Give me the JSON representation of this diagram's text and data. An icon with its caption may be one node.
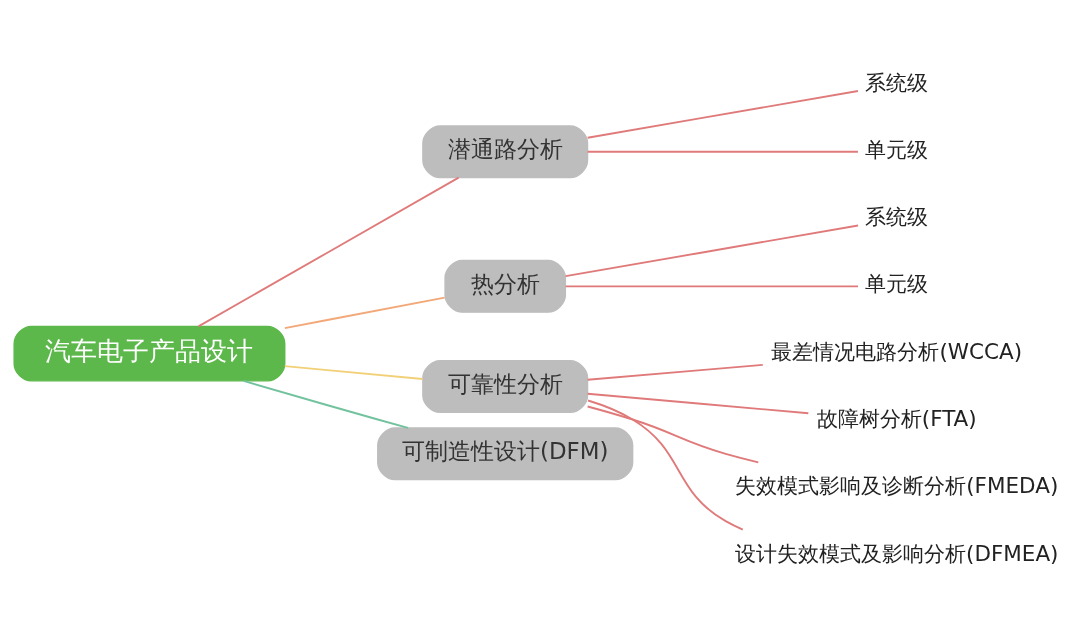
{
  "diagram": {
    "nodes": [
      {
        "text": [
          "汽车电子产品设计"
        ]
      },
      {
        "text": [
          "潜通路分析"
        ]
      },
      {
        "text": [
          "系统级"
        ]
      },
      {
        "text": [
          "单元级"
        ]
      },
      {
        "text": [
          "热分析"
        ]
      },
      {
        "text": [
          "系统级"
        ]
      },
      {
        "text": [
          "单元级"
        ]
      },
      {
        "text": [
          "可靠性分析"
        ]
      },
      {
        "text": [
          "最差情况电路分析(WCCA)"
        ]
      },
      {
        "text": [
          "故障树分析(FTA)"
        ]
      },
      {
        "text": [
          "失效模式影响及诊断分析(FMEDA)"
        ]
      },
      {
        "text": [
          "设计失效模式及影响分析(DFMEA)"
        ]
      },
      {
        "text": [
          "可制造性设计(DFM)"
        ]
      }
    ],
    "edges": [
      {
        "from": 0,
        "to": 1,
        "arrow": "none"
      },
      {
        "from": 1,
        "to": 2,
        "arrow": "none"
      },
      {
        "from": 1,
        "to": 3,
        "arrow": "none"
      },
      {
        "from": 0,
        "to": 4,
        "arrow": "none",
        "color": "#f2a878"
      },
      {
        "from": 4,
        "to": 5,
        "arrow": "none"
      },
      {
        "from": 4,
        "to": 6,
        "arrow": "none"
      },
      {
        "from": 0,
        "to": 7,
        "arrow": "none",
        "color": "#f2d078"
      },
      {
        "from": 7,
        "to": 8,
        "arrow": "none"
      },
      {
        "from": 7,
        "to": 9,
        "arrow": "none"
      },
      {
        "from": 7,
        "to": 10,
        "arrow": "none"
      },
      {
        "from": 7,
        "to": 11,
        "arrow": "none"
      },
      {
        "from": 0,
        "to": 12,
        "arrow": "none",
        "color": "#72c29e"
      }
    ]
  }
}
